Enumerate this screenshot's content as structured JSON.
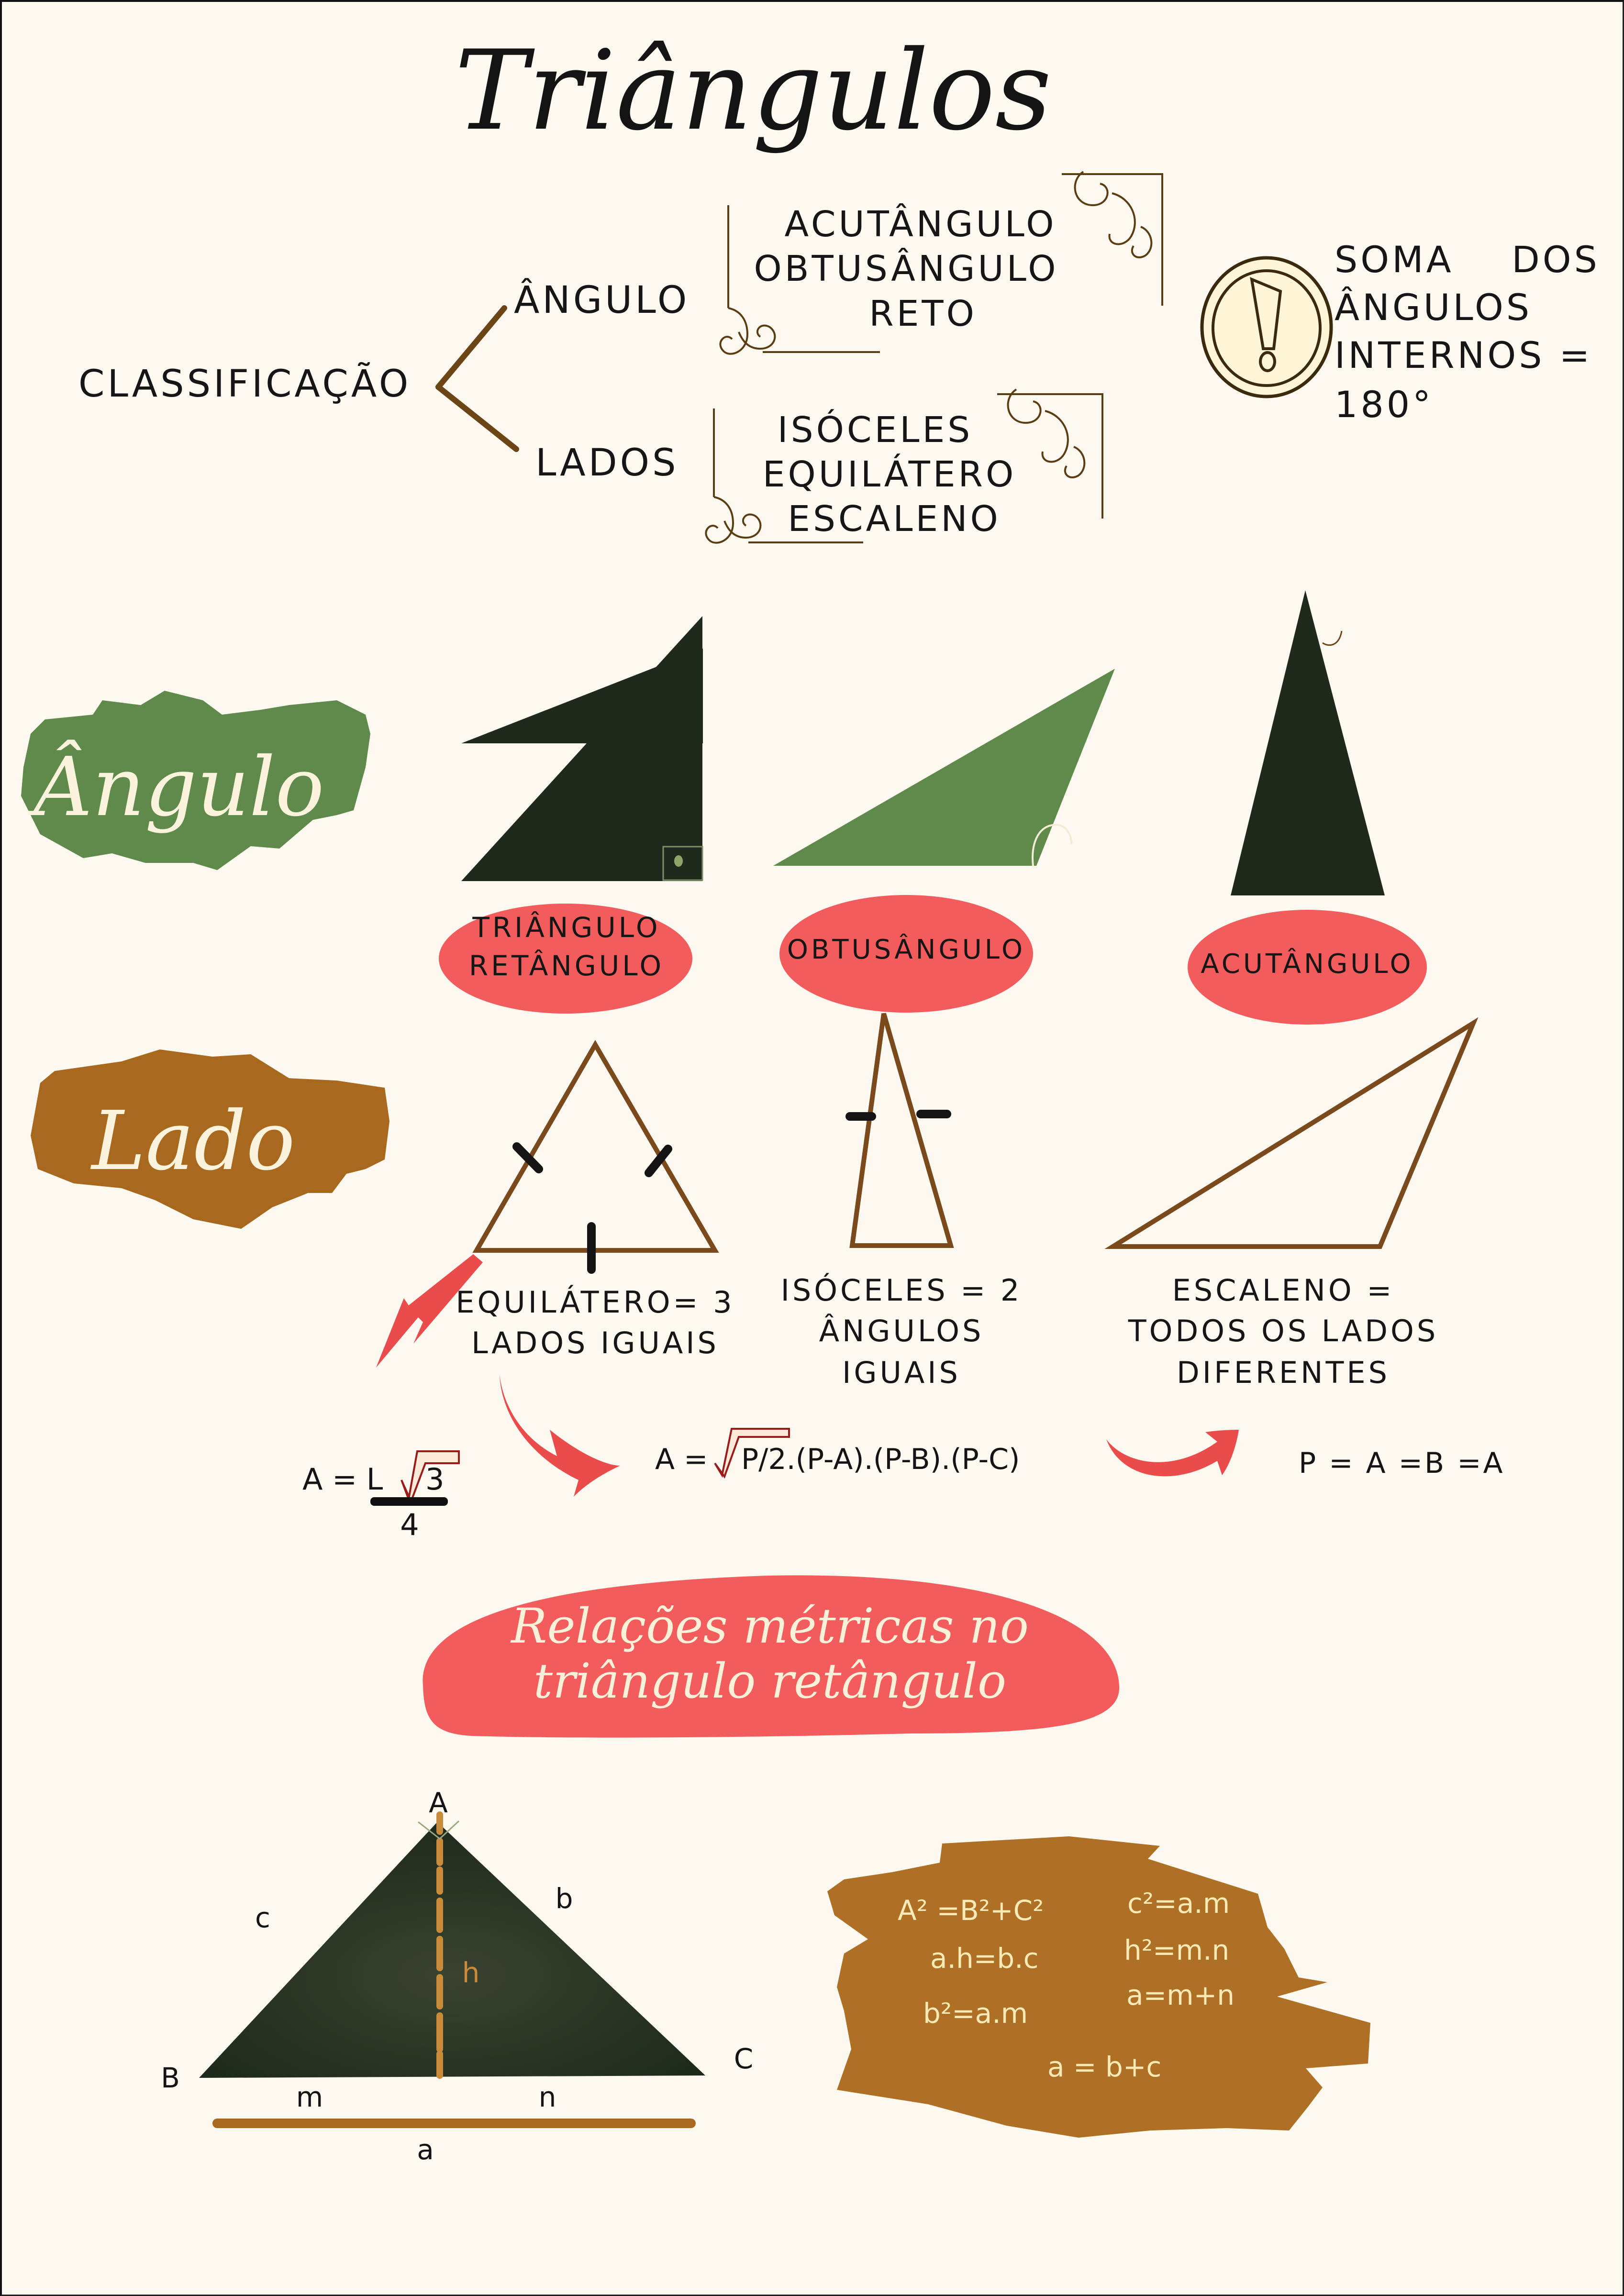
{
  "title": "Triângulos",
  "classification": {
    "root": "CLASSIFICAÇÃO",
    "branches": [
      {
        "label": "ÂNGULO",
        "items": [
          "ACUTÂNGULO",
          "OBTUSÂNGULO",
          "RETO"
        ]
      },
      {
        "label": "LADOS",
        "items": [
          "ISÓCELES",
          "EQUILÁTERO",
          "ESCALENO"
        ]
      }
    ]
  },
  "note": {
    "icon": "exclamation-icon",
    "lines": [
      "SOMA    DOS",
      "ÂNGULOS",
      "INTERNOS =",
      "180°"
    ]
  },
  "angle_section": {
    "badge": "Ângulo",
    "badge_color": "#5f8a4c",
    "triangles": [
      {
        "type": "right",
        "color": "#1f2a1c",
        "label_lines": [
          "TRIÂNGULO",
          "RETÂNGULO"
        ]
      },
      {
        "type": "obtuse",
        "color": "#5f8a4c",
        "label_lines": [
          "OBTUSÂNGULO"
        ]
      },
      {
        "type": "acute",
        "color": "#1f2a1c",
        "label_lines": [
          "ACUTÂNGULO"
        ]
      }
    ],
    "pill_color": "#f25c5c"
  },
  "side_section": {
    "badge": "Lado",
    "badge_color": "#a8691f",
    "triangles": [
      {
        "type": "equilateral",
        "label_lines": [
          "EQUILÁTERO= 3",
          "LADOS IGUAIS"
        ]
      },
      {
        "type": "isosceles",
        "label_lines": [
          "ISÓCELES = 2",
          "ÂNGULOS",
          "IGUAIS"
        ]
      },
      {
        "type": "scalene",
        "label_lines": [
          "ESCALENO =",
          "TODOS OS LADOS",
          "DIFERENTES"
        ]
      }
    ],
    "outline_color": "#7a4a1c"
  },
  "formulas": {
    "equilateral_area": {
      "prefix": "A = L",
      "radicand": "3",
      "denominator": "4"
    },
    "heron": {
      "prefix": "A =",
      "radicand": "P/2.(P-A).(P-B).(P-C)"
    },
    "perimeter": "P = A =B =A",
    "arrow_color": "#ea4c4c"
  },
  "metric_relations": {
    "banner_lines": [
      "Relações métricas no",
      "triângulo retângulo"
    ],
    "banner_color": "#f25c5c",
    "diagram": {
      "vertices": {
        "A": "A",
        "B": "B",
        "C": "C"
      },
      "sides": {
        "a": "a",
        "b": "b",
        "c": "c"
      },
      "height": "h",
      "segments": {
        "m": "m",
        "n": "n"
      },
      "fill": "#24301f",
      "accent": "#c98a3a"
    },
    "relations_panel_color": "#ad7025",
    "relations": [
      "A² =B²+C²",
      "c²=a.m",
      "a.h=b.c",
      "h²=m.n",
      "a=m+n",
      "b²=a.m",
      "a = b+c"
    ]
  }
}
